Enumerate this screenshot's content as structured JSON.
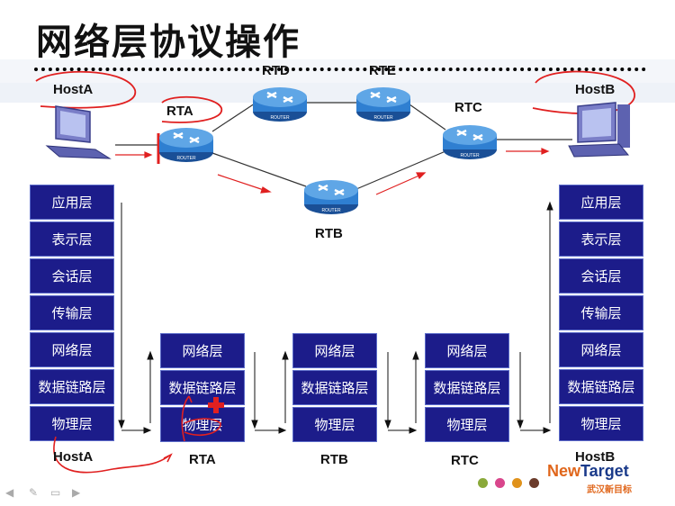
{
  "title": "网络层协议操作",
  "top_labels": {
    "hosta": "HostA",
    "hostb": "HostB",
    "rta": "RTA",
    "rtb": "RTB",
    "rtc": "RTC",
    "rtd": "RTD",
    "rte": "RTE"
  },
  "router_caption": "ROUTER",
  "host_a_stack": [
    "应用层",
    "表示层",
    "会话层",
    "传输层",
    "网络层",
    "数据链路层",
    "物理层"
  ],
  "host_b_stack": [
    "应用层",
    "表示层",
    "会话层",
    "传输层",
    "网络层",
    "数据链路层",
    "物理层"
  ],
  "rta_stack": [
    "网络层",
    "数据链路层",
    "物理层"
  ],
  "rtb_stack": [
    "网络层",
    "数据链路层",
    "物理层"
  ],
  "rtc_stack": [
    "网络层",
    "数据链路层",
    "物理层"
  ],
  "bottom_labels": {
    "hosta": "HostA",
    "rta": "RTA",
    "rtb": "RTB",
    "rtc": "RTC",
    "hostb": "HostB"
  },
  "logo": {
    "prefix": "New",
    "brand": "Target",
    "subtitle": "武汉新目标"
  },
  "colors": {
    "layer_fill": "#1c1c8a",
    "router_blue": "#2f7fd1",
    "annotation_red": "#e02020",
    "dot_colors": [
      "#8aa93a",
      "#d9468c",
      "#e0921b",
      "#6b3b2b"
    ]
  }
}
